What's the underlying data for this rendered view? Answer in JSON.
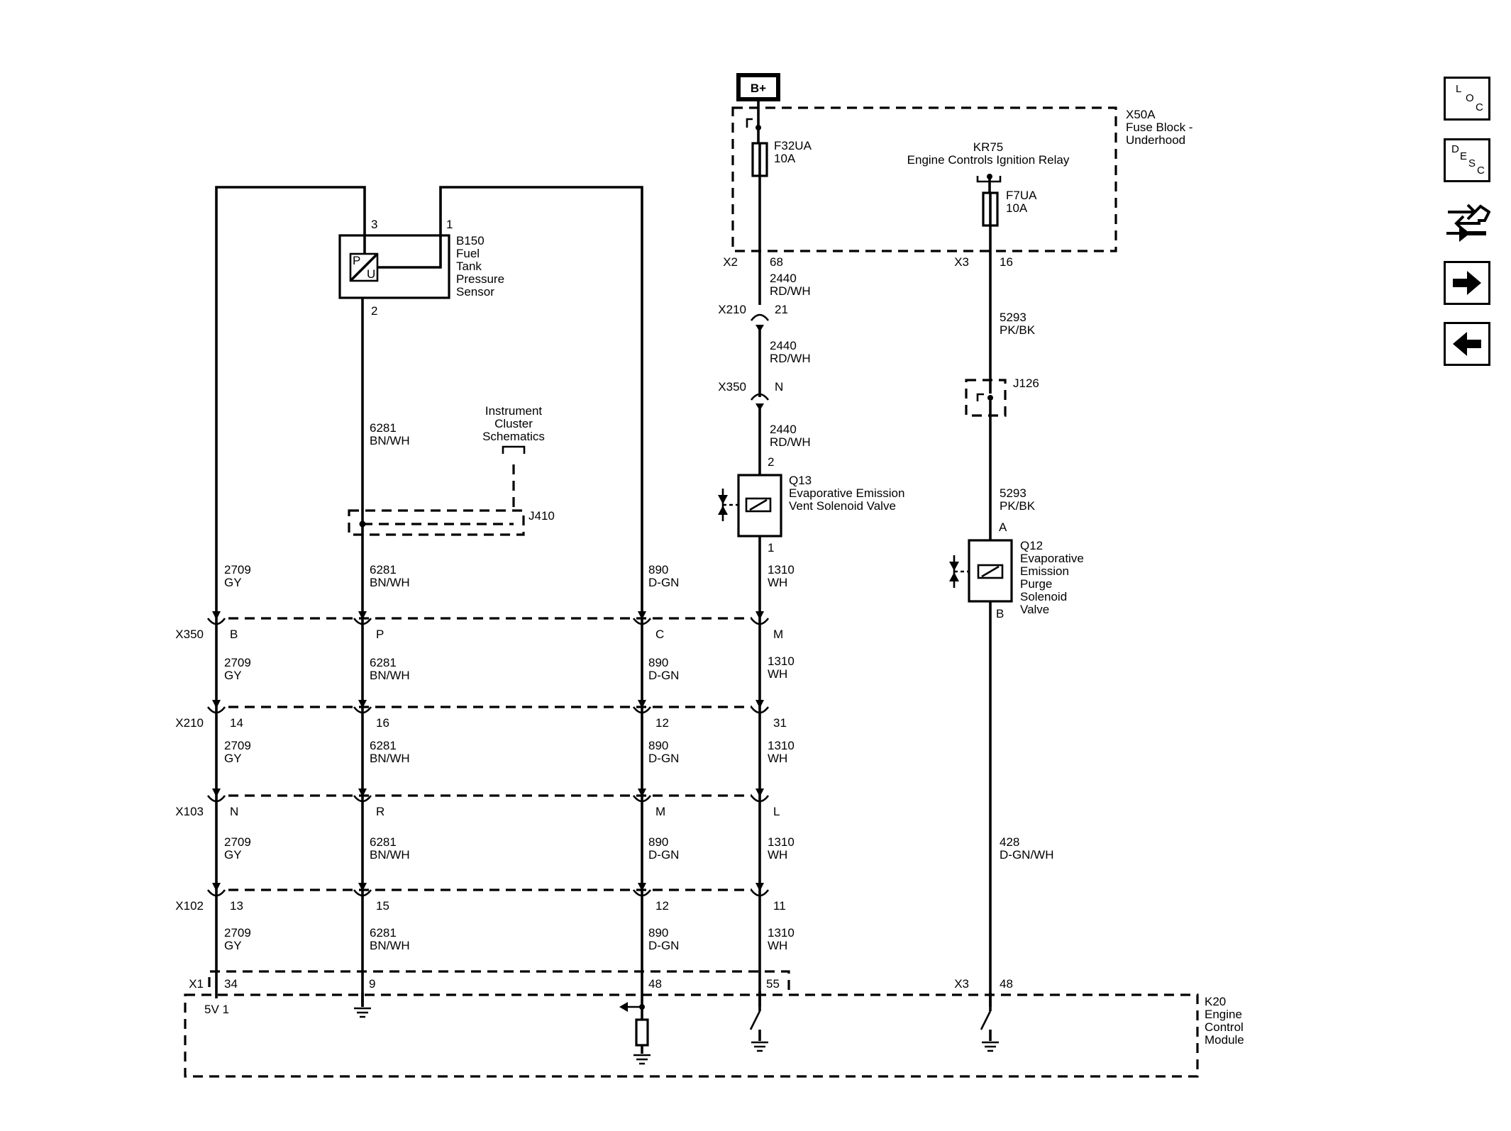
{
  "power": {
    "label": "B+"
  },
  "fuse_block": {
    "id": "X50A",
    "name_line1": "Fuse Block -",
    "name_line2": "Underhood"
  },
  "fuses": [
    {
      "id": "F32UA",
      "rating": "10A"
    },
    {
      "id": "F7UA",
      "rating": "10A"
    }
  ],
  "relay": {
    "id": "KR75",
    "name": "Engine Controls Ignition Relay"
  },
  "sensor": {
    "id": "B150",
    "lines": [
      "Fuel",
      "Tank",
      "Pressure",
      "Sensor"
    ],
    "pins": [
      "3",
      "1",
      "2"
    ],
    "symbol_p": "P",
    "symbol_u": "U"
  },
  "cluster_ref": {
    "lines": [
      "Instrument",
      "Cluster",
      "Schematics"
    ],
    "splice": "J410"
  },
  "valve_q13": {
    "id": "Q13",
    "line1": "Evaporative Emission",
    "line2": "Vent Solenoid Valve",
    "pin_top": "2",
    "pin_bottom": "1"
  },
  "valve_q12": {
    "id": "Q12",
    "lines": [
      "Evaporative",
      "Emission",
      "Purge",
      "Solenoid",
      "Valve"
    ],
    "pin_top": "A",
    "pin_bottom": "B"
  },
  "splice_j126": "J126",
  "connectors": [
    {
      "id": "X350",
      "pins": [
        "B",
        "P",
        "C",
        "M"
      ]
    },
    {
      "id": "X210",
      "pins": [
        "14",
        "16",
        "12",
        "31"
      ]
    },
    {
      "id": "X103",
      "pins": [
        "N",
        "R",
        "M",
        "L"
      ]
    },
    {
      "id": "X102",
      "pins": [
        "13",
        "15",
        "12",
        "11"
      ]
    }
  ],
  "upper_connectors": {
    "x2": {
      "id": "X2",
      "pin": "68"
    },
    "x3": {
      "id": "X3",
      "pin": "16"
    },
    "x210": {
      "id": "X210",
      "pin": "21"
    },
    "x350": {
      "id": "X350",
      "pin": "N"
    }
  },
  "wires": {
    "w2709": {
      "circuit": "2709",
      "color": "GY"
    },
    "w6281": {
      "circuit": "6281",
      "color": "BN/WH"
    },
    "w890": {
      "circuit": "890",
      "color": "D-GN"
    },
    "w1310": {
      "circuit": "1310",
      "color": "WH"
    },
    "w2440": {
      "circuit": "2440",
      "color": "RD/WH"
    },
    "w5293": {
      "circuit": "5293",
      "color": "PK/BK"
    },
    "w428": {
      "circuit": "428",
      "color": "D-GN/WH"
    }
  },
  "ecm": {
    "id": "K20",
    "lines": [
      "Engine",
      "Control",
      "Module"
    ],
    "x1": "X1",
    "x1_pins": [
      "34",
      "9",
      "48",
      "55"
    ],
    "x3": "X3",
    "x3_pin": "48",
    "ref_label": "5V 1"
  },
  "nav": [
    {
      "name": "loc",
      "l1": "L",
      "l2": "O",
      "l3": "C"
    },
    {
      "name": "desc",
      "l1": "D",
      "l2": "E",
      "l3": "S",
      "l4": "C"
    }
  ]
}
